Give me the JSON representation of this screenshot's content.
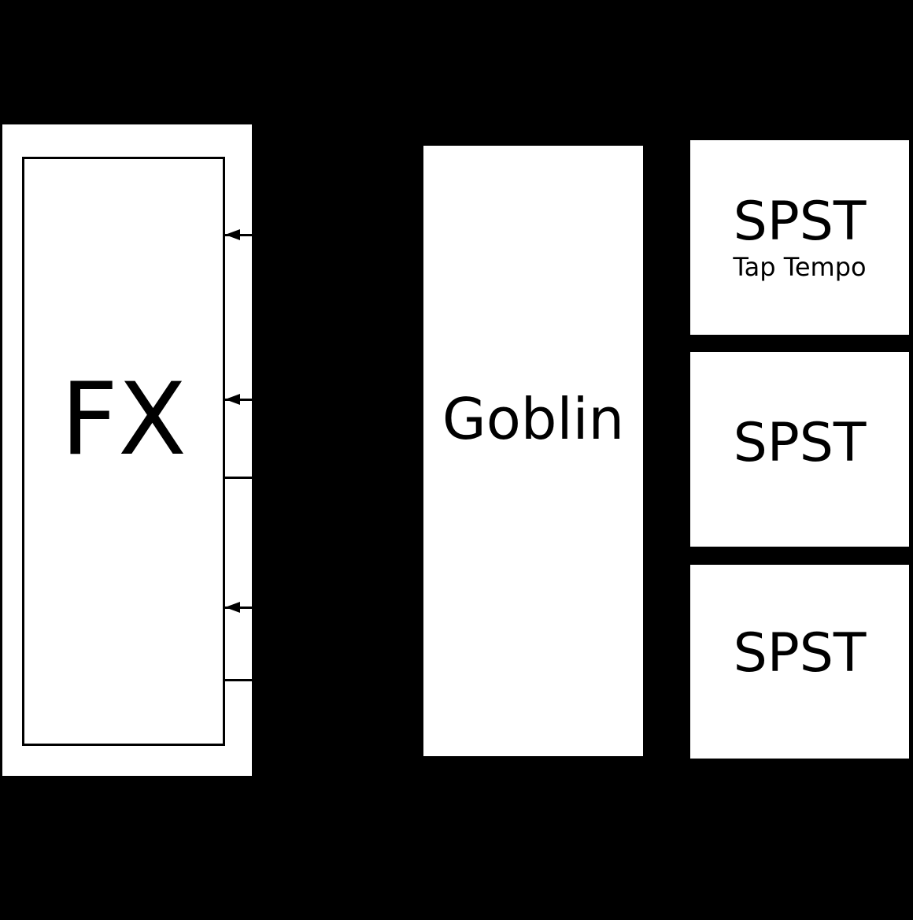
{
  "diagram": {
    "colors": {
      "background": "#000000",
      "node_fill": "#ffffff",
      "stroke": "#000000",
      "text": "#000000"
    },
    "nodes": {
      "fx": {
        "label": "FX"
      },
      "goblin": {
        "label": "Goblin"
      },
      "spst_tap_tempo": {
        "label": "SPST",
        "sublabel": "Tap Tempo"
      },
      "spst_middle": {
        "label": "SPST"
      },
      "spst_bottom": {
        "label": "SPST"
      }
    },
    "connectors": [
      {
        "target": "fx",
        "has_arrowhead": true
      },
      {
        "target": "fx",
        "has_arrowhead": true
      },
      {
        "target": "fx",
        "has_arrowhead": false
      },
      {
        "target": "fx",
        "has_arrowhead": true
      },
      {
        "target": "fx",
        "has_arrowhead": false
      }
    ]
  }
}
